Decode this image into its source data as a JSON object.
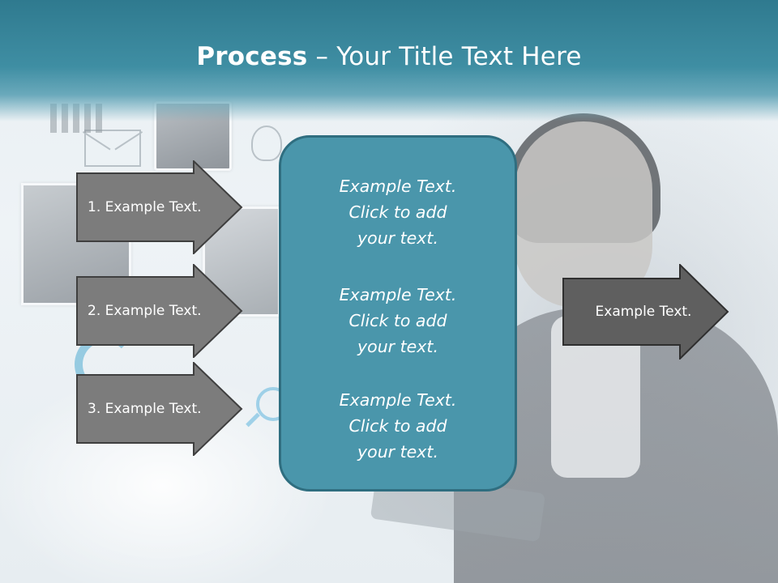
{
  "slide": {
    "title_bold": "Process",
    "title_rest": " – Your Title Text Here"
  },
  "left_arrows": [
    {
      "label": "1. Example Text."
    },
    {
      "label": "2. Example Text."
    },
    {
      "label": "3. Example Text."
    }
  ],
  "center_box": {
    "items": [
      {
        "line1": "Example Text.",
        "line2": "Click  to add",
        "line3": "your text."
      },
      {
        "line1": "Example Text.",
        "line2": "Click  to add",
        "line3": "your text."
      },
      {
        "line1": "Example Text.",
        "line2": "Click  to add",
        "line3": "your text."
      }
    ]
  },
  "right_arrow": {
    "label": "Example Text."
  },
  "colors": {
    "header": "#3f8ea3",
    "center_fill": "#4a96ab",
    "center_border": "#2f6e80",
    "arrow_fill": "#7c7c7c",
    "right_arrow_fill": "#5f5f5f",
    "text": "#ffffff"
  }
}
